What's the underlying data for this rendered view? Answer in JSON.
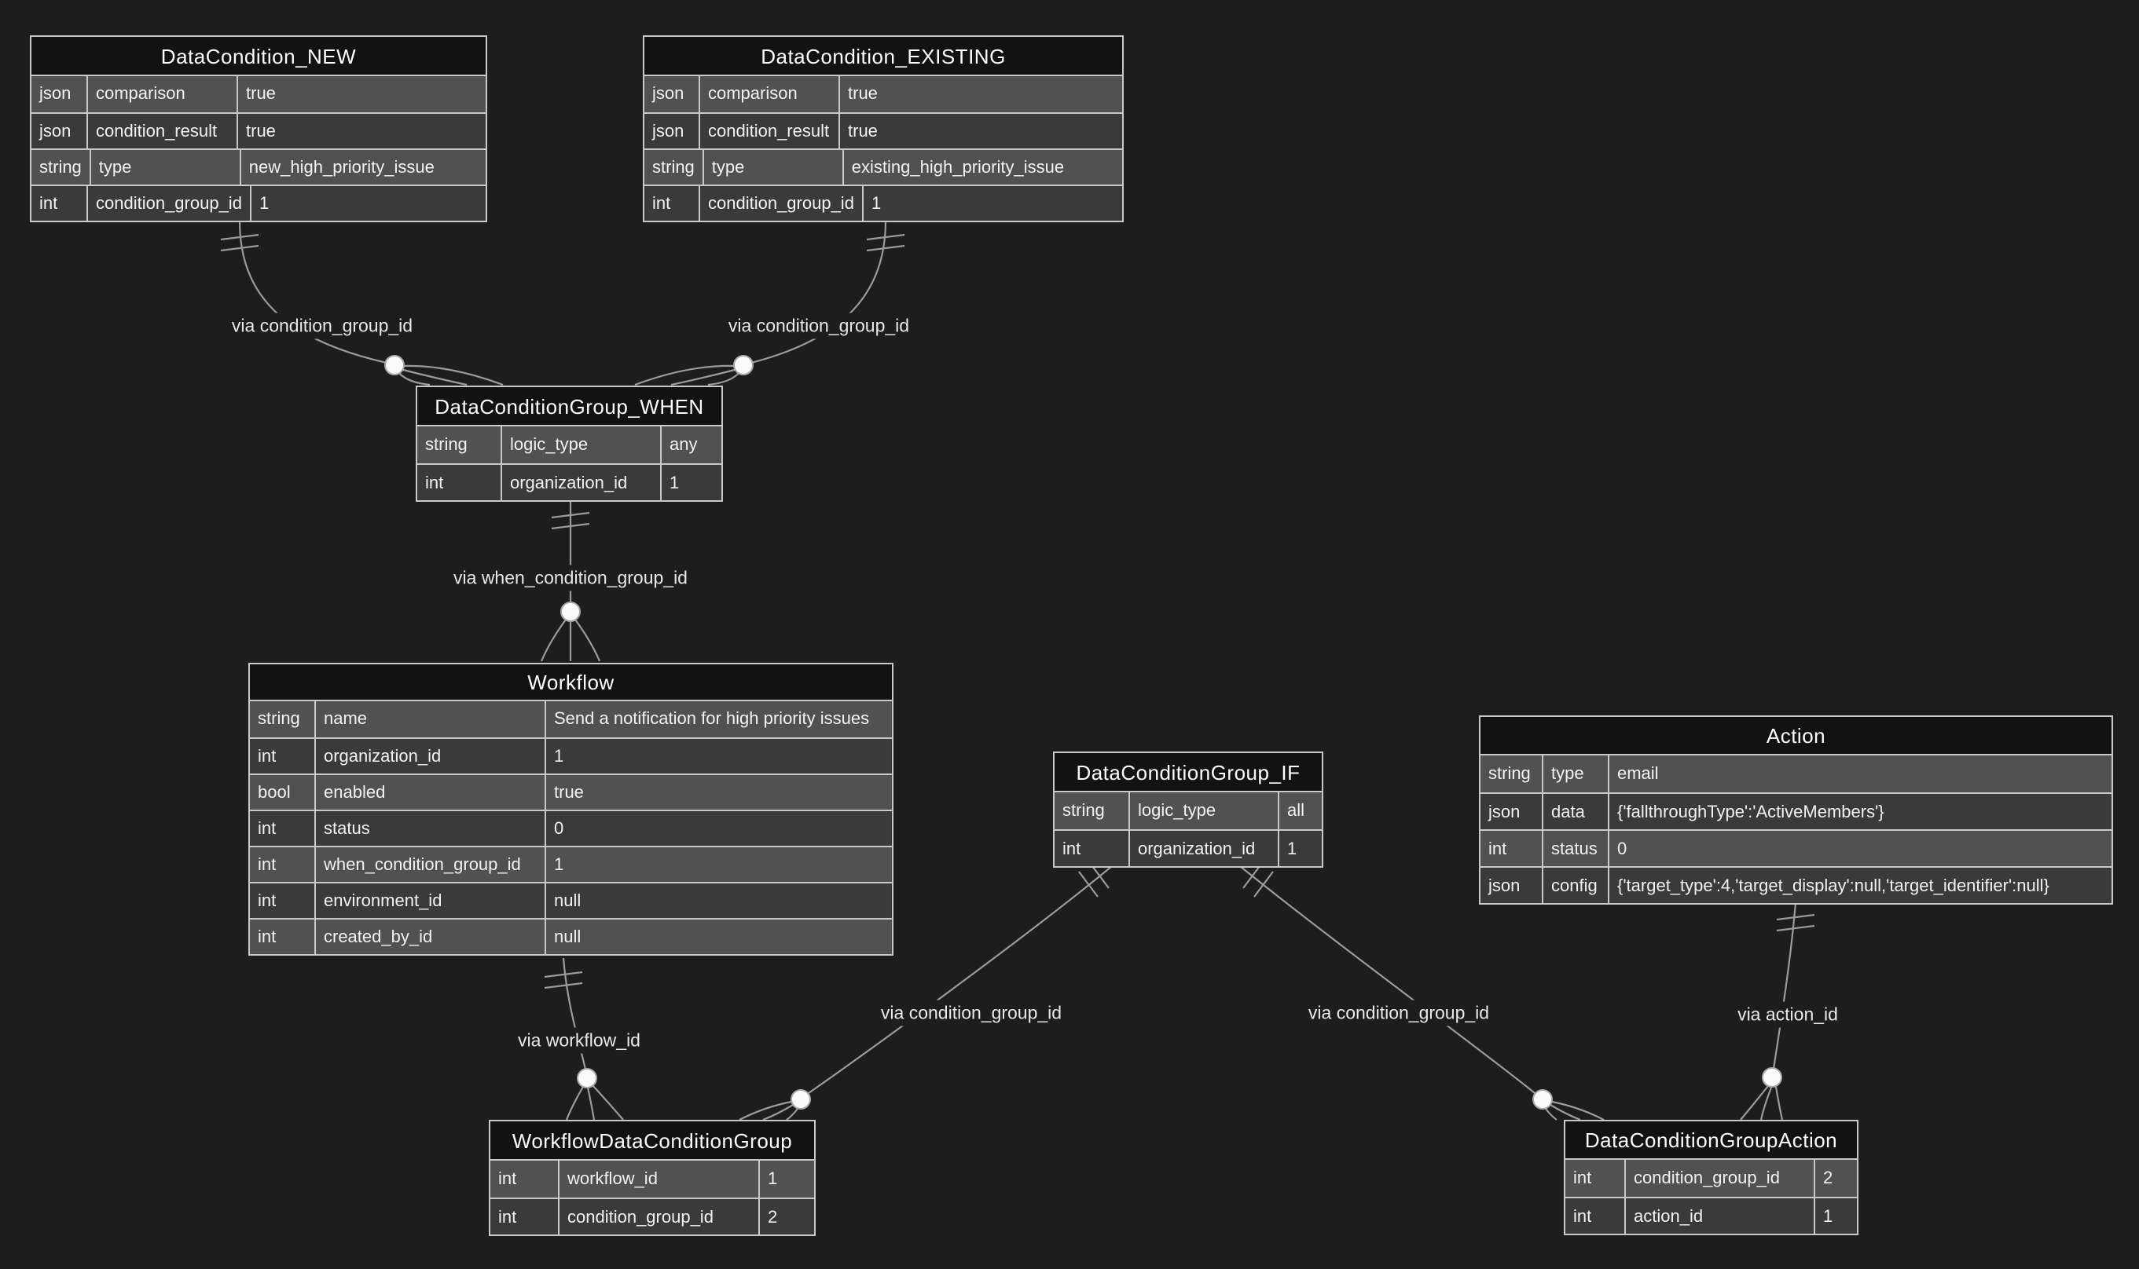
{
  "diagram": {
    "kind": "entity-relationship-diagram",
    "colors": {
      "canvas": "#1d1d1d",
      "entity_header_bg": "#121212",
      "row_light": "#515151",
      "row_dark": "#3a3a3a",
      "border": "#c9c9c9",
      "wire": "#9b9b9b",
      "text": "#f2f2f2",
      "marker_circle_fill": "#fbfbfb"
    }
  },
  "entities": {
    "data_condition_new": {
      "title": "DataCondition_NEW",
      "rows": [
        {
          "type": "json",
          "name": "comparison",
          "value": "true"
        },
        {
          "type": "json",
          "name": "condition_result",
          "value": "true"
        },
        {
          "type": "string",
          "name": "type",
          "value": "new_high_priority_issue"
        },
        {
          "type": "int",
          "name": "condition_group_id",
          "value": "1"
        }
      ]
    },
    "data_condition_existing": {
      "title": "DataCondition_EXISTING",
      "rows": [
        {
          "type": "json",
          "name": "comparison",
          "value": "true"
        },
        {
          "type": "json",
          "name": "condition_result",
          "value": "true"
        },
        {
          "type": "string",
          "name": "type",
          "value": "existing_high_priority_issue"
        },
        {
          "type": "int",
          "name": "condition_group_id",
          "value": "1"
        }
      ]
    },
    "dcg_when": {
      "title": "DataConditionGroup_WHEN",
      "rows": [
        {
          "type": "string",
          "name": "logic_type",
          "value": "any"
        },
        {
          "type": "int",
          "name": "organization_id",
          "value": "1"
        }
      ]
    },
    "workflow": {
      "title": "Workflow",
      "rows": [
        {
          "type": "string",
          "name": "name",
          "value": "Send a notification for high priority issues"
        },
        {
          "type": "int",
          "name": "organization_id",
          "value": "1"
        },
        {
          "type": "bool",
          "name": "enabled",
          "value": "true"
        },
        {
          "type": "int",
          "name": "status",
          "value": "0"
        },
        {
          "type": "int",
          "name": "when_condition_group_id",
          "value": "1"
        },
        {
          "type": "int",
          "name": "environment_id",
          "value": "null"
        },
        {
          "type": "int",
          "name": "created_by_id",
          "value": "null"
        }
      ]
    },
    "dcg_if": {
      "title": "DataConditionGroup_IF",
      "rows": [
        {
          "type": "string",
          "name": "logic_type",
          "value": "all"
        },
        {
          "type": "int",
          "name": "organization_id",
          "value": "1"
        }
      ]
    },
    "action": {
      "title": "Action",
      "rows": [
        {
          "type": "string",
          "name": "type",
          "value": "email"
        },
        {
          "type": "json",
          "name": "data",
          "value": "{'fallthroughType':'ActiveMembers'}"
        },
        {
          "type": "int",
          "name": "status",
          "value": "0"
        },
        {
          "type": "json",
          "name": "config",
          "value": "{'target_type':4,'target_display':null,'target_identifier':null}"
        }
      ]
    },
    "wdcg": {
      "title": "WorkflowDataConditionGroup",
      "rows": [
        {
          "type": "int",
          "name": "workflow_id",
          "value": "1"
        },
        {
          "type": "int",
          "name": "condition_group_id",
          "value": "2"
        }
      ]
    },
    "dcg_action": {
      "title": "DataConditionGroupAction",
      "rows": [
        {
          "type": "int",
          "name": "condition_group_id",
          "value": "2"
        },
        {
          "type": "int",
          "name": "action_id",
          "value": "1"
        }
      ]
    }
  },
  "relationships": [
    {
      "from": "DataCondition_NEW",
      "to": "DataConditionGroup_WHEN",
      "label": "via condition_group_id",
      "from_cardinality": "exactly-one",
      "to_cardinality": "zero-or-many"
    },
    {
      "from": "DataCondition_EXISTING",
      "to": "DataConditionGroup_WHEN",
      "label": "via condition_group_id",
      "from_cardinality": "exactly-one",
      "to_cardinality": "zero-or-many"
    },
    {
      "from": "DataConditionGroup_WHEN",
      "to": "Workflow",
      "label": "via when_condition_group_id",
      "from_cardinality": "exactly-one",
      "to_cardinality": "zero-or-many"
    },
    {
      "from": "Workflow",
      "to": "WorkflowDataConditionGroup",
      "label": "via workflow_id",
      "from_cardinality": "exactly-one",
      "to_cardinality": "zero-or-many"
    },
    {
      "from": "DataConditionGroup_IF",
      "to": "WorkflowDataConditionGroup",
      "label": "via condition_group_id",
      "from_cardinality": "exactly-one",
      "to_cardinality": "zero-or-many"
    },
    {
      "from": "DataConditionGroup_IF",
      "to": "DataConditionGroupAction",
      "label": "via condition_group_id",
      "from_cardinality": "exactly-one",
      "to_cardinality": "zero-or-many"
    },
    {
      "from": "Action",
      "to": "DataConditionGroupAction",
      "label": "via action_id",
      "from_cardinality": "exactly-one",
      "to_cardinality": "zero-or-many"
    }
  ]
}
